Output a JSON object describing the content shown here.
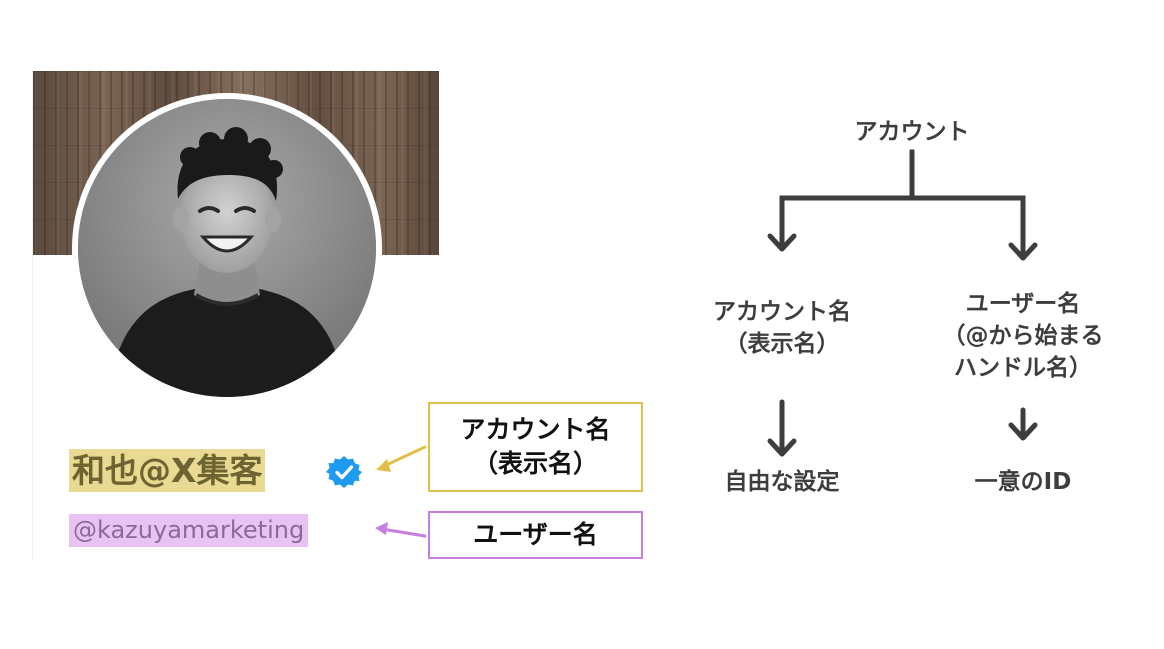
{
  "profile": {
    "display_name": "和也@X集客",
    "handle": "@kazuyamarketing",
    "verified_icon": "verified-badge-icon",
    "avatar_icon": "profile-photo"
  },
  "callouts": {
    "display_name_line1": "アカウント名",
    "display_name_line2": "（表示名）",
    "username": "ユーザー名"
  },
  "tree": {
    "root": "アカウント",
    "left_label_line1": "アカウント名",
    "left_label_line2": "（表示名）",
    "right_label_line1": "ユーザー名",
    "right_label_line2": "（@から始まる",
    "right_label_line3": "ハンドル名）",
    "left_result": "自由な設定",
    "right_result": "一意のID"
  },
  "colors": {
    "display_highlight": "#e8da93",
    "handle_highlight": "#e8c2f2",
    "display_callout_border": "#e2bf4a",
    "username_callout_border": "#c77ee0",
    "verified_blue": "#1d9bf0",
    "diagram_line": "#3d3d3d"
  }
}
